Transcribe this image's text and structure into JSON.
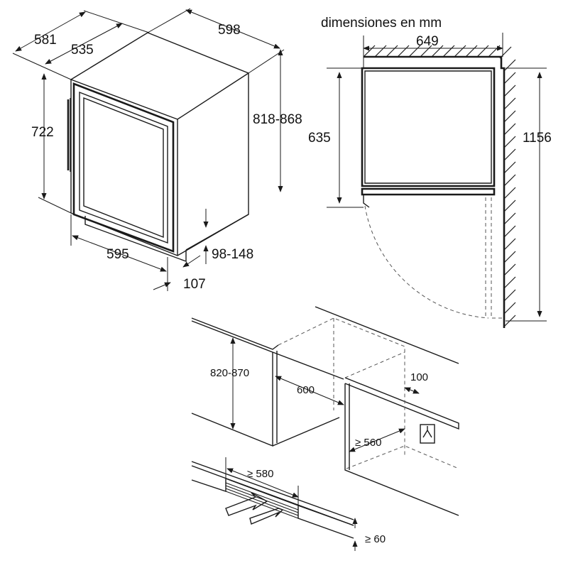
{
  "title": "dimensiones en mm",
  "iso_view": {
    "depth_total": "581",
    "depth_body": "535",
    "width_top": "598",
    "height_total": "818-868",
    "height_body": "722",
    "width_front": "595",
    "feet_adjust": "98-148",
    "plinth_depth": "107"
  },
  "top_view": {
    "door_width": "649",
    "depth_closed": "635",
    "depth_open": "1156"
  },
  "install_view": {
    "niche_height": "820-870",
    "niche_width": "600",
    "niche_depth": "≥ 560",
    "socket_offset": "100",
    "vent_width": "≥ 580",
    "vent_height": "≥ 60"
  }
}
